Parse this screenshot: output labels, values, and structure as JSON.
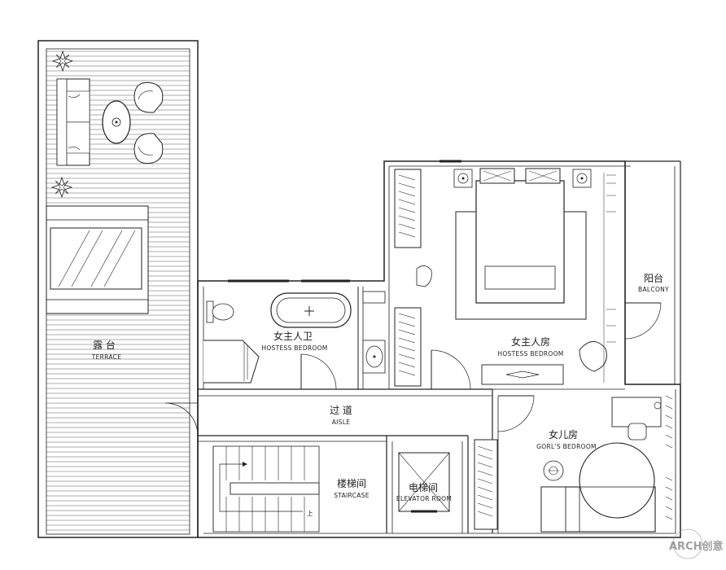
{
  "rooms": {
    "terrace": {
      "cn": "露 台",
      "en": "TERRACE"
    },
    "hostess_bath": {
      "cn": "女主人卫",
      "en": "HOSTESS BEDROOM"
    },
    "hostess_bedroom": {
      "cn": "女主人房",
      "en": "HOSTESS BEDROOM"
    },
    "balcony": {
      "cn": "阳台",
      "en": "BALCONY"
    },
    "aisle": {
      "cn": "过 道",
      "en": "AISLE"
    },
    "staircase": {
      "cn": "楼梯间",
      "en": "STAIRCASE"
    },
    "elevator": {
      "cn": "电梯间",
      "en": "ELEVATOR ROOM"
    },
    "girls_bedroom": {
      "cn": "女儿房",
      "en": "GORL'S BEDROOM"
    }
  },
  "stair_up_mark": "上",
  "watermark": "ARCH创意",
  "colors": {
    "line": "#222222",
    "background": "#ffffff"
  }
}
